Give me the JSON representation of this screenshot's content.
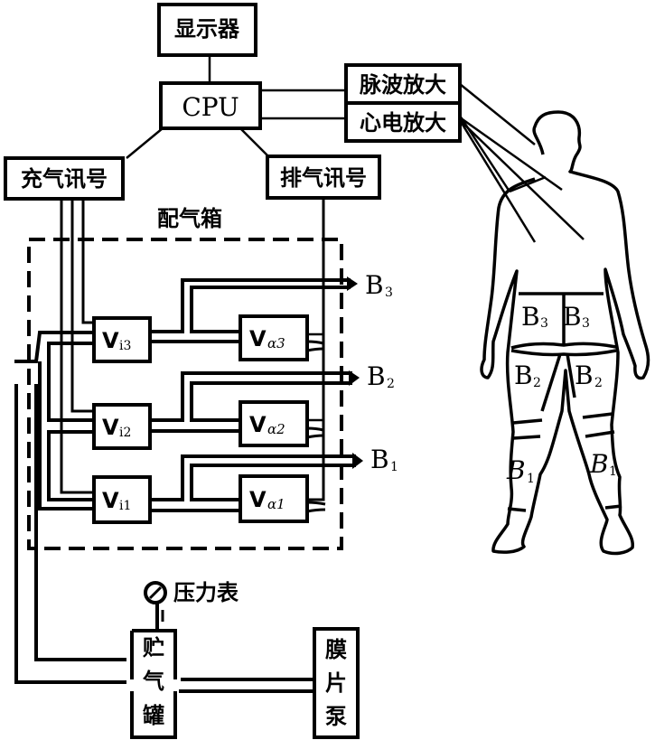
{
  "diagram": {
    "type": "block-diagram",
    "blocks": {
      "display": "显示器",
      "cpu": "CPU",
      "pulse_amp": "脉波放大",
      "ecg_amp": "心电放大",
      "inflate_signal": "充气讯号",
      "deflate_signal": "排气讯号",
      "air_box": "配气箱",
      "pressure_gauge": "压力表",
      "air_tank": [
        "贮",
        "气",
        "罐"
      ],
      "diaphragm_pump": [
        "膜",
        "片",
        "泵"
      ]
    },
    "valves": [
      {
        "main": "V",
        "sub": "i3"
      },
      {
        "main": "V",
        "sub": "i2"
      },
      {
        "main": "V",
        "sub": "i1"
      }
    ],
    "exhaust_valves": [
      {
        "main": "V",
        "sub": "α3"
      },
      {
        "main": "V",
        "sub": "α2"
      },
      {
        "main": "V",
        "sub": "α1"
      }
    ],
    "outputs": [
      {
        "main": "B",
        "sub": "3"
      },
      {
        "main": "B",
        "sub": "2"
      },
      {
        "main": "B",
        "sub": "1"
      }
    ],
    "body_labels": [
      {
        "main": "B",
        "sub": "3"
      },
      {
        "main": "B",
        "sub": "3"
      },
      {
        "main": "B",
        "sub": "2"
      },
      {
        "main": "B",
        "sub": "2"
      },
      {
        "main": "B",
        "sub": "1"
      },
      {
        "main": "B",
        "sub": "1"
      }
    ]
  }
}
